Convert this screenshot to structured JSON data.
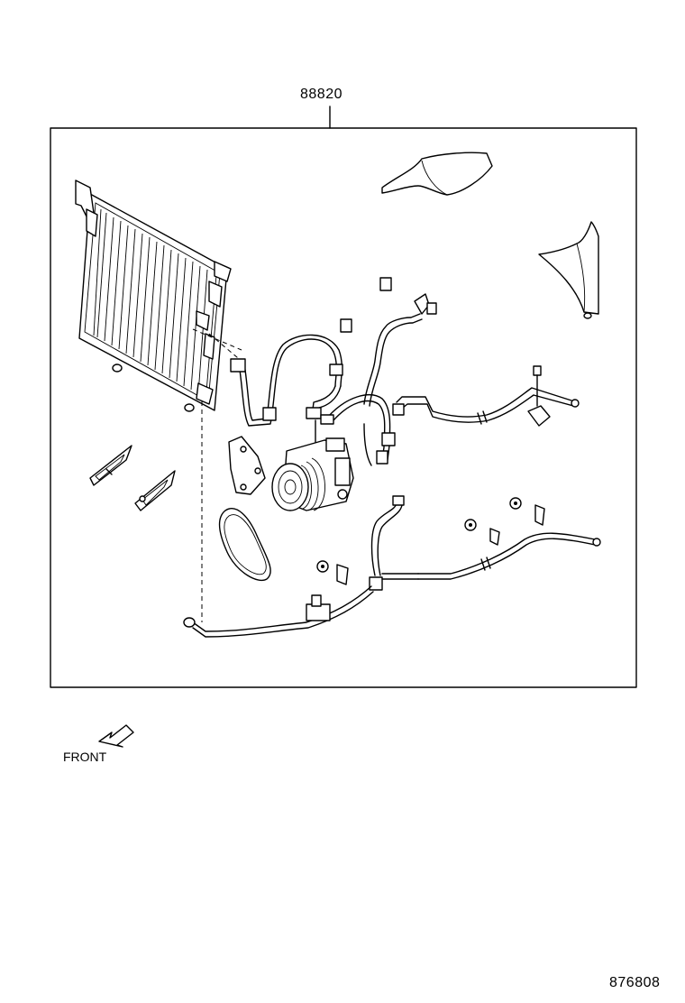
{
  "diagram": {
    "assembly_part_number": "88820",
    "drawing_reference": "876808",
    "front_indicator_label": "FRONT"
  }
}
